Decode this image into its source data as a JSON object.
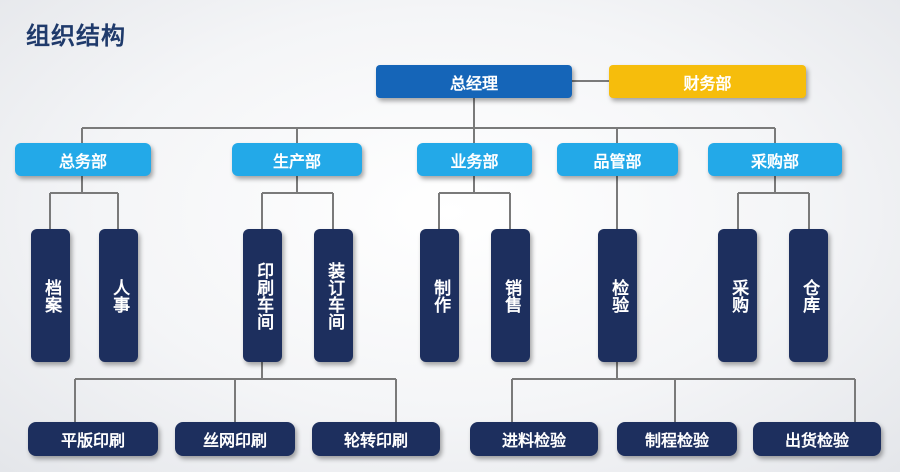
{
  "title": "组织结构",
  "top": {
    "label": "总经理"
  },
  "finance": {
    "label": "财务部"
  },
  "departments": [
    {
      "label": "总务部"
    },
    {
      "label": "生产部"
    },
    {
      "label": "业务部"
    },
    {
      "label": "品管部"
    },
    {
      "label": "采购部"
    }
  ],
  "units": [
    {
      "label": "档案"
    },
    {
      "label": "人事"
    },
    {
      "label": "印刷车间"
    },
    {
      "label": "装订车间"
    },
    {
      "label": "制作"
    },
    {
      "label": "销售"
    },
    {
      "label": "检验"
    },
    {
      "label": "采购"
    },
    {
      "label": "仓库"
    }
  ],
  "leaves": [
    {
      "label": "平版印刷"
    },
    {
      "label": "丝网印刷"
    },
    {
      "label": "轮转印刷"
    },
    {
      "label": "进料检验"
    },
    {
      "label": "制程检验"
    },
    {
      "label": "出货检验"
    }
  ],
  "colors": {
    "top": "#1565b8",
    "finance": "#f6bd0c",
    "department": "#23a9e8",
    "unit": "#1d2f5e",
    "line": "#7a7a7a",
    "title": "#1f3a6b"
  }
}
